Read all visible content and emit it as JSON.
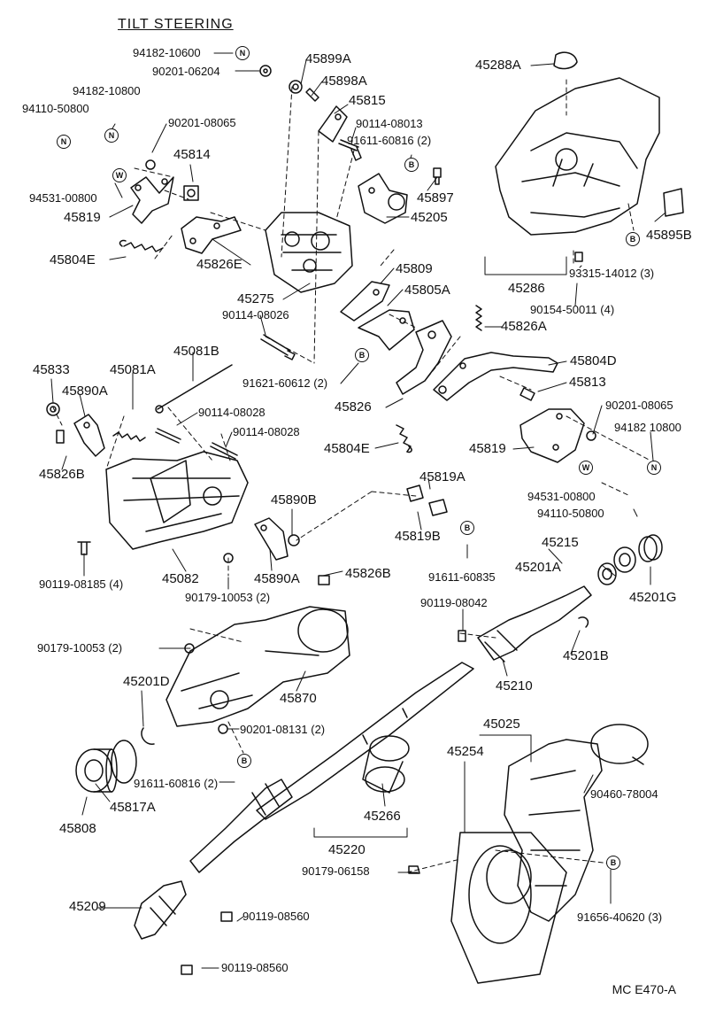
{
  "title": "TILT STEERING",
  "drawing_code": "MC E470-A",
  "badges": [
    "N",
    "N",
    "W",
    "B",
    "B",
    "B",
    "W",
    "N",
    "B",
    "B",
    "B"
  ],
  "labels": [
    "94182-10600",
    "90201-06204",
    "45899A",
    "45898A",
    "45815",
    "94182-10800",
    "94110-50800",
    "90201-08065",
    "90114-08013",
    "91611-60816 (2)",
    "45814",
    "94531-00800",
    "45819",
    "45897",
    "45205",
    "45804E",
    "45826E",
    "45809",
    "45275",
    "45805A",
    "90114-08026",
    "45826A",
    "91621-60612 (2)",
    "45804D",
    "45833",
    "45081A",
    "45081B",
    "45813",
    "45890A",
    "90114-08028",
    "90114-08028",
    "45826",
    "90201-08065",
    "94182 10800",
    "45826B",
    "45804E",
    "45819",
    "45819A",
    "94531-00800",
    "94110-50800",
    "45890B",
    "45819B",
    "90119-08185 (4)",
    "45082",
    "45890A",
    "45826B",
    "91611-60835",
    "90179-10053 (2)",
    "45215",
    "45201A",
    "45201G",
    "90119-08042",
    "45201B",
    "90179-10053 (2)",
    "45210",
    "45201D",
    "45870",
    "90201-08131 (2)",
    "45025",
    "45254",
    "91611-60816 (2)",
    "45817A",
    "45808",
    "90460-78004",
    "45266",
    "45220",
    "90179-06158",
    "45209",
    "90119-08560",
    "91656-40620 (3)",
    "90119-08560",
    "45288A",
    "45286",
    "45895B",
    "93315-14012 (3)",
    "90154-50011 (4)"
  ]
}
